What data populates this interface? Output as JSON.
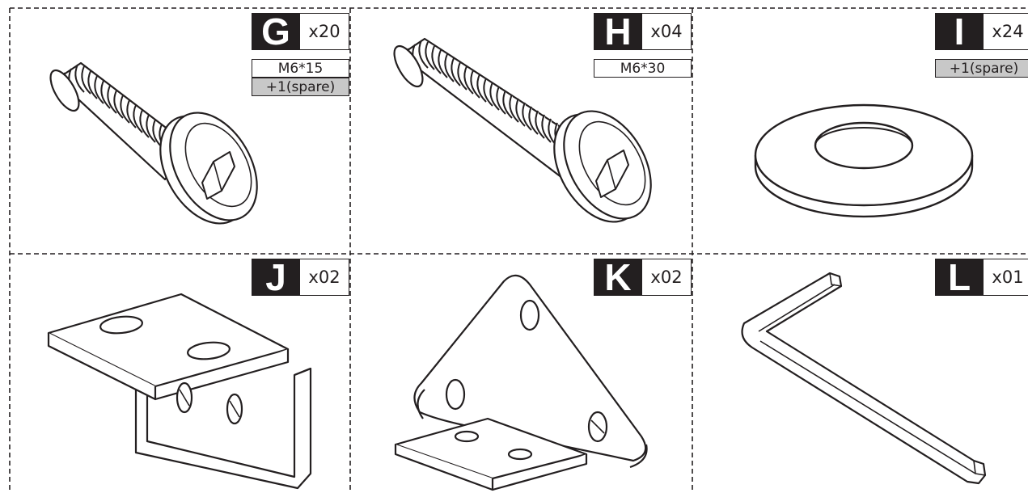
{
  "parts": [
    {
      "id": "G",
      "letter": "G",
      "qty": "x20",
      "size": "M6*15",
      "spare": "+1(spare)",
      "icon": "pan-head-hex-socket-bolt-short-icon"
    },
    {
      "id": "H",
      "letter": "H",
      "qty": "x04",
      "size": "M6*30",
      "icon": "pan-head-hex-socket-bolt-long-icon"
    },
    {
      "id": "I",
      "letter": "I",
      "qty": "x24",
      "spare": "+1(spare)",
      "icon": "flat-washer-icon"
    },
    {
      "id": "J",
      "letter": "J",
      "qty": "x02",
      "icon": "l-angle-bracket-icon"
    },
    {
      "id": "K",
      "letter": "K",
      "qty": "x02",
      "icon": "triangle-corner-bracket-icon"
    },
    {
      "id": "L",
      "letter": "L",
      "qty": "x01",
      "icon": "hex-allen-key-icon"
    }
  ],
  "colors": {
    "ink": "#231f20",
    "spare_fill": "#c8c8c8",
    "paper": "#ffffff"
  }
}
